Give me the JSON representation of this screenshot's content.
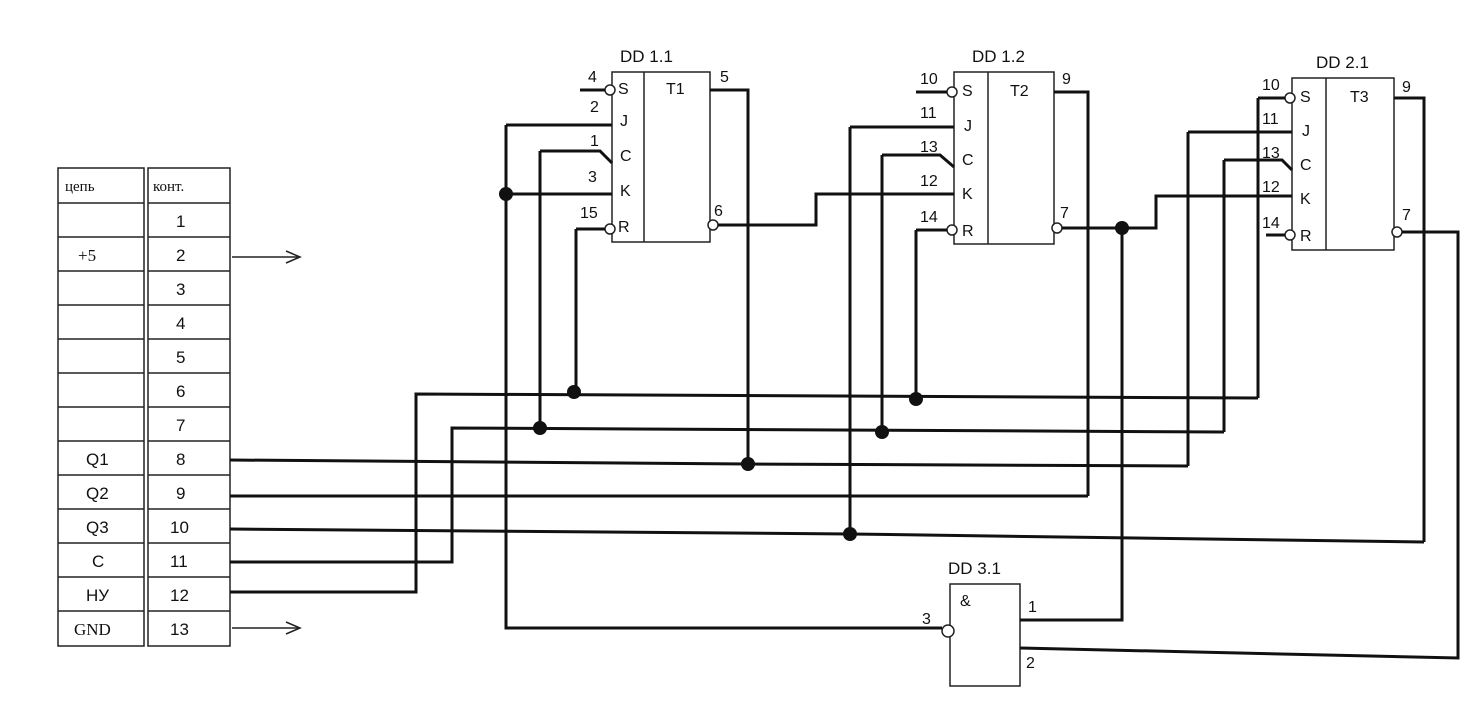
{
  "table": {
    "header_circuit": "цепь",
    "header_contact": "конт.",
    "rows": [
      {
        "circuit": "",
        "contact": "1"
      },
      {
        "circuit": "+5",
        "contact": "2"
      },
      {
        "circuit": "",
        "contact": "3"
      },
      {
        "circuit": "",
        "contact": "4"
      },
      {
        "circuit": "",
        "contact": "5"
      },
      {
        "circuit": "",
        "contact": "6"
      },
      {
        "circuit": "",
        "contact": "7"
      },
      {
        "circuit": "Q1",
        "contact": "8"
      },
      {
        "circuit": "Q2",
        "contact": "9"
      },
      {
        "circuit": "Q3",
        "contact": "10"
      },
      {
        "circuit": "C",
        "contact": "11"
      },
      {
        "circuit": "НУ",
        "contact": "12"
      },
      {
        "circuit": "GND",
        "contact": "13"
      }
    ]
  },
  "chips": [
    {
      "ref": "DD 1.1",
      "name": "T1",
      "pins_left": [
        "4",
        "2",
        "1",
        "3",
        "15"
      ],
      "pins_right": [
        "5",
        "6"
      ],
      "inputs": [
        "S",
        "J",
        "C",
        "K",
        "R"
      ]
    },
    {
      "ref": "DD 1.2",
      "name": "T2",
      "pins_left": [
        "10",
        "11",
        "13",
        "12",
        "14"
      ],
      "pins_right": [
        "9",
        "7"
      ],
      "inputs": [
        "S",
        "J",
        "C",
        "K",
        "R"
      ]
    },
    {
      "ref": "DD 2.1",
      "name": "T3",
      "pins_left": [
        "10",
        "11",
        "13",
        "12",
        "14"
      ],
      "pins_right": [
        "9",
        "7"
      ],
      "inputs": [
        "S",
        "J",
        "C",
        "K",
        "R"
      ]
    }
  ],
  "gate": {
    "ref": "DD 3.1",
    "symbol": "&",
    "pin_in": "3",
    "pin_out1": "1",
    "pin_out2": "2"
  }
}
